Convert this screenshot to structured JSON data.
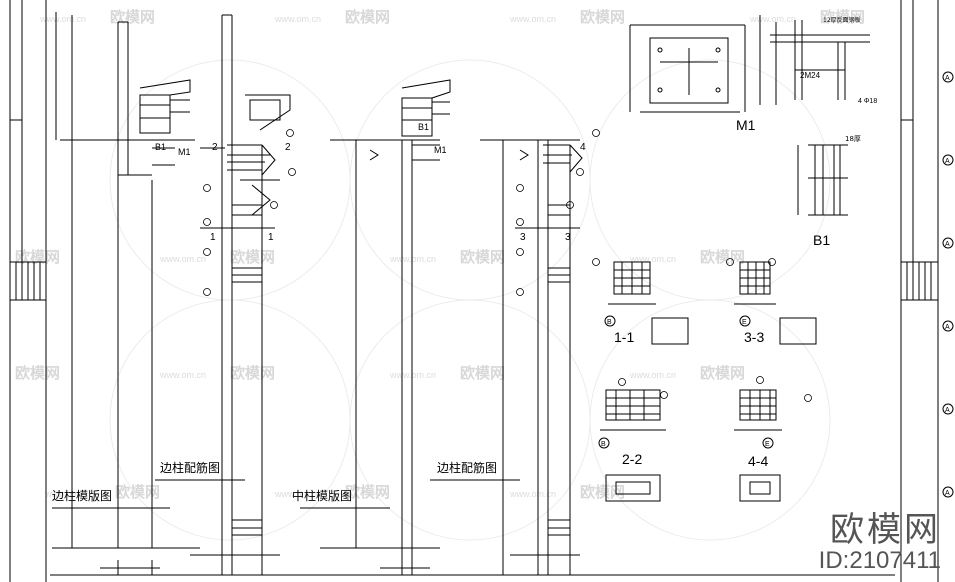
{
  "labels": {
    "edge_formwork": "边柱模版图",
    "edge_rebar": "边柱配筋图",
    "mid_formwork": "中柱模版图",
    "mid_rebar": "边柱配筋图",
    "m1": "M1",
    "b1": "B1",
    "b1_small": "B1",
    "m1_small": "M1",
    "sec_11": "1-1",
    "sec_33": "3-3",
    "sec_22": "2-2",
    "sec_44": "4-4",
    "cut_1": "1",
    "cut_2": "2",
    "cut_3": "3",
    "cut_4": "4",
    "plate_note": "12厚反面钢板",
    "bolt_note": "2M24",
    "anchor_note": "4 Φ18",
    "thick_note": "18厚",
    "grid_a": "A",
    "grid_e": "E",
    "grid_b": "B"
  },
  "watermark": {
    "brand_cn": "欧模网",
    "site": "www.om.cn"
  },
  "brand": {
    "name": "欧模网",
    "id": "ID:2107411"
  }
}
